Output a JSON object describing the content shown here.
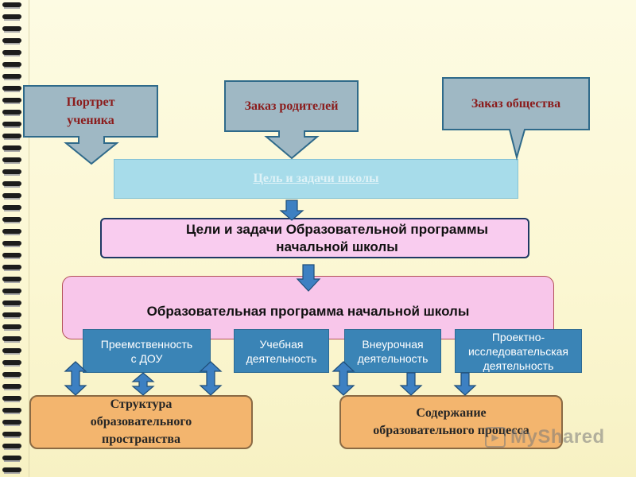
{
  "diagram": {
    "inputs": {
      "student_portrait": [
        "Портрет",
        "ученика"
      ],
      "parents_order": "Заказ родителей",
      "society_order": "Заказ общества"
    },
    "school_goal": "Цель и задачи школы",
    "program_goals": [
      "Цели и задачи Образовательной программы",
      "начальной школы"
    ],
    "program": "Образовательная программа начальной школы",
    "components": [
      [
        "Преемственность",
        "с ДОУ"
      ],
      [
        "Учебная",
        "деятельность"
      ],
      [
        "Внеурочная",
        "деятельность"
      ],
      [
        "Проектно-",
        "исследовательская",
        "деятельность"
      ]
    ],
    "outcomes": [
      [
        "Структура",
        "образовательного",
        "пространства"
      ],
      [
        "Содержание",
        "образовательного процесса"
      ]
    ]
  },
  "watermark": "MyShared",
  "colors": {
    "callout_fill": "#9fb8c4",
    "callout_border": "#2f6a8a",
    "callout_text": "#8b1c1c",
    "goal_bar": "#a7dcea",
    "goal_text": "#def2f7",
    "program_goals_box": "#f9ccef",
    "program_box": "#f8c6ea",
    "component_box": "#3a84b6",
    "outcome_box": "#f3b56e",
    "arrow": "#3d80c2",
    "arrow_border": "#1f4e79"
  }
}
